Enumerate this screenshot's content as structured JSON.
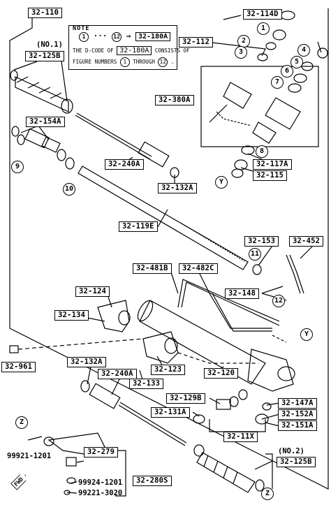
{
  "labels": {
    "l32_110": "32-110",
    "l32_114D": "32-114D",
    "l32_112": "32-112",
    "l32_125B_top": "32-125B",
    "l32_380A": "32-380A",
    "l32_154A": "32-154A",
    "l32_240A_top": "32-240A",
    "l32_132A_top": "32-132A",
    "l32_117A": "32-117A",
    "l32_115": "32-115",
    "l32_119E": "32-119E",
    "l32_153": "32-153",
    "l32_452": "32-452",
    "l32_481B": "32-481B",
    "l32_482C": "32-482C",
    "l32_124": "32-124",
    "l32_148": "32-148",
    "l32_134": "32-134",
    "l32_961": "32-961",
    "l32_123": "32-123",
    "l32_120": "32-120",
    "l32_132A_bot": "32-132A",
    "l32_240A_bot": "32-240A",
    "l32_133": "32-133",
    "l32_129B": "32-129B",
    "l32_131A": "32-131A",
    "l32_147A": "32-147A",
    "l32_152A": "32-152A",
    "l32_151A": "32-151A",
    "l32_11X": "32-11X",
    "l32_279": "32-279",
    "l32_280S": "32-280S",
    "l32_125B_bot": "32-125B"
  },
  "plain": {
    "no1": "(NO.1)",
    "no2": "(NO.2)",
    "p99921": "99921-1201",
    "p99924": "99924-1201",
    "p99221": "99221-3020"
  },
  "callouts": {
    "c1": "1",
    "c2": "2",
    "c3": "3",
    "c4": "4",
    "c5": "5",
    "c6": "6",
    "c7": "7",
    "c8": "8",
    "c9": "9",
    "c10": "10",
    "c11": "11",
    "c12": "12",
    "cY1": "Y",
    "cY2": "Y",
    "cZ1": "Z",
    "cZ2": "Z"
  },
  "note": {
    "title": "NOTE",
    "from": "1",
    "dots": "···",
    "to": "12",
    "arrow": "⇒",
    "code": "32-180A",
    "line1a": "THE D-CODE OF",
    "line1b": "32-180A",
    "line1c": "CONSISTS OF",
    "line2a": "FIGURE NUMBERS",
    "line2b": "1",
    "line2c": "THROUGH",
    "line2d": "12",
    "line2e": "."
  },
  "fwd": "FWD"
}
